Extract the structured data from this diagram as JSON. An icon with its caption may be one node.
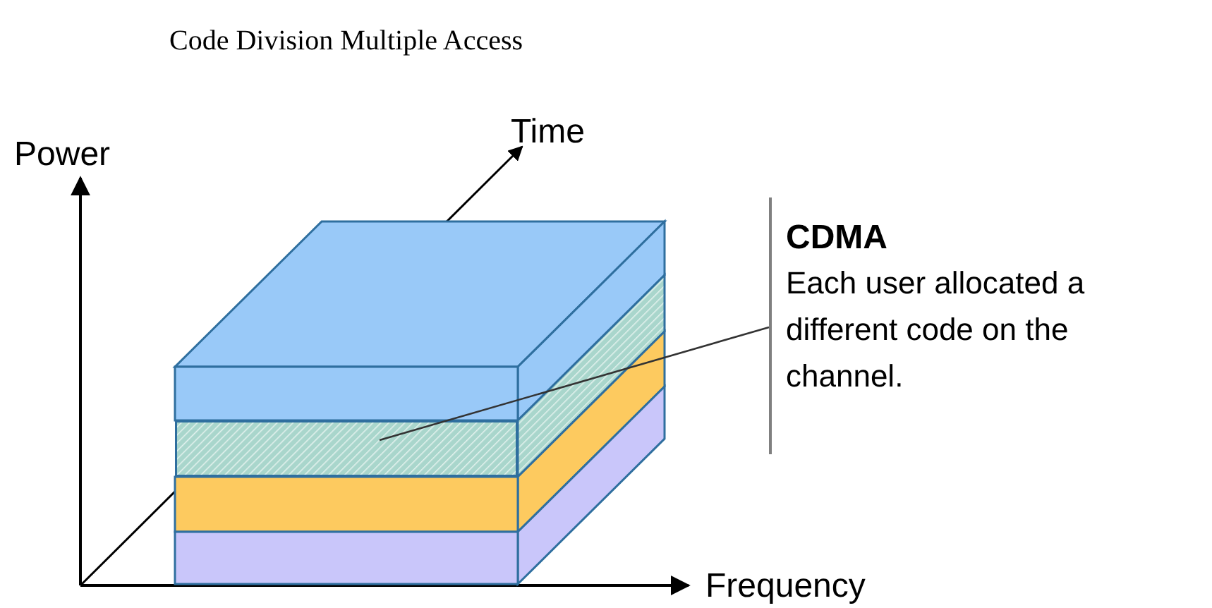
{
  "diagram": {
    "title": "Code Division Multiple Access",
    "nodes": [
      {
        "text": [
          "CDMA",
          "Each user allocated a different code on the channel."
        ]
      },
      {
        "text": [],
        "shape": "bar"
      }
    ],
    "edges": [
      {
        "from": 0,
        "to": 1,
        "arrow": "none"
      }
    ],
    "labels": [
      "Power",
      "Time",
      "Frequency"
    ]
  }
}
